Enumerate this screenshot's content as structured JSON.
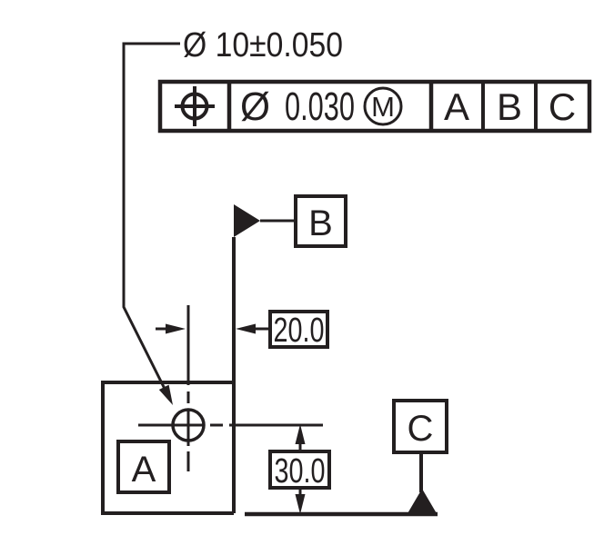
{
  "colors": {
    "ink": "#231f20",
    "paper": "#ffffff"
  },
  "callout": {
    "text": "Ø 10±0.050"
  },
  "feature_control_frame": {
    "symbol": "true-position",
    "diameter_symbol": "Ø",
    "tolerance_value": "0.030",
    "material_modifier": "M",
    "datums": [
      "A",
      "B",
      "C"
    ]
  },
  "datum_features": {
    "a": "A",
    "b": "B",
    "c": "C"
  },
  "dimensions": {
    "horizontal_basic": "20.0",
    "vertical_basic": "30.0"
  }
}
